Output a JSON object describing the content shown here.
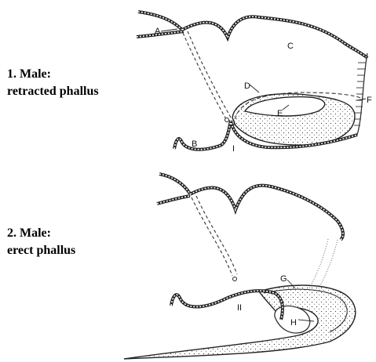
{
  "captions": [
    {
      "title": "1. Male:",
      "subtitle": "retracted phallus"
    },
    {
      "title": "2. Male:",
      "subtitle": "erect phallus"
    }
  ],
  "labels": {
    "A": "A",
    "B": "B",
    "C": "C",
    "D": "D",
    "E": "E",
    "F": "F",
    "G": "G",
    "H": "H",
    "I": "I",
    "II": "II"
  }
}
